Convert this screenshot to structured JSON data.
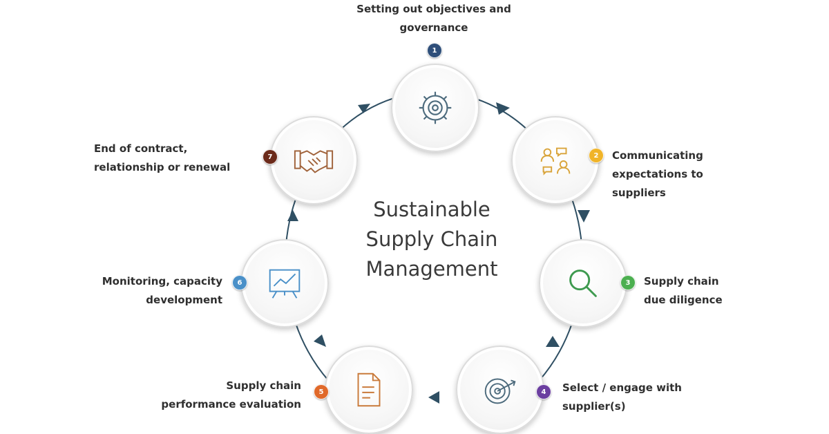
{
  "center": {
    "title": "Sustainable\nSupply Chain\nManagement"
  },
  "colors": {
    "ring": "#2f4f63",
    "badge1": "#2f4f7a",
    "badge2": "#f0b429",
    "badge3": "#4caf50",
    "badge4": "#6b3fa0",
    "badge5": "#e0692a",
    "badge6": "#4a90c8",
    "badge7": "#6b2a1a",
    "icon": "#4d6b7d",
    "icon_gold": "#d9a43a",
    "icon_green": "#3e9a4f"
  },
  "steps": [
    {
      "number": "1",
      "label": "Setting out objectives and\ngovernance",
      "icon": "gear-icon"
    },
    {
      "number": "2",
      "label": "Communicating\nexpectations to\nsuppliers",
      "icon": "people-communication-icon"
    },
    {
      "number": "3",
      "label": "Supply chain\ndue diligence",
      "icon": "magnifier-icon"
    },
    {
      "number": "4",
      "label": "Select / engage with\nsupplier(s)",
      "icon": "target-icon"
    },
    {
      "number": "5",
      "label": "Supply chain\nperformance evaluation",
      "icon": "document-icon"
    },
    {
      "number": "6",
      "label": "Monitoring, capacity\ndevelopment",
      "icon": "chart-board-icon"
    },
    {
      "number": "7",
      "label": "End of contract,\nrelationship or renewal",
      "icon": "handshake-icon"
    }
  ]
}
